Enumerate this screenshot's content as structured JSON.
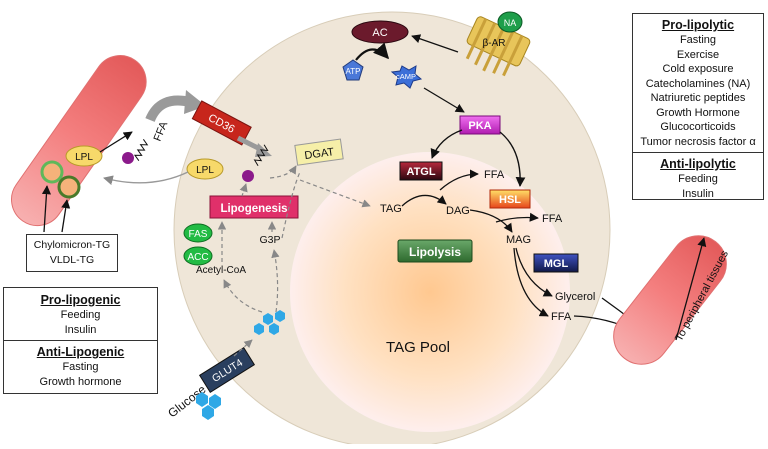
{
  "cell": {
    "tag_pool": "TAG Pool",
    "ac": "AC",
    "atp": "ATP",
    "camp": "cAMP",
    "pka": "PKA",
    "atgl": "ATGL",
    "hsl": "HSL",
    "mgl": "MGL",
    "lipolysis": "Lipolysis",
    "lipogenesis": "Lipogenesis",
    "dgat": "DGAT",
    "cd36": "CD36",
    "lpl_cell": "LPL",
    "fas": "FAS",
    "acc": "ACC",
    "acetyl_coa": "Acetyl-CoA",
    "g3p": "G3P",
    "tag": "TAG",
    "dag": "DAG",
    "mag": "MAG",
    "ffa_atgl": "FFA",
    "ffa_hsl": "FFA",
    "glycerol": "Glycerol",
    "ffa_out": "FFA",
    "glut4": "GLUT4",
    "glucose": "Glucose"
  },
  "receptor": {
    "na": "NA",
    "beta_ar": "β-AR"
  },
  "vessel": {
    "lpl": "LPL",
    "ffa": "FFA",
    "source_lines": [
      "Chylomicron-TG",
      "VLDL-TG"
    ],
    "peripheral": "To peripheral tissues"
  },
  "pro_lipolytic": {
    "title": "Pro-lipolytic",
    "items": [
      "Fasting",
      "Exercise",
      "Cold exposure",
      "Catecholamines (NA)",
      "Natriuretic peptides",
      "Growth Hormone",
      "Glucocorticoids",
      "Tumor necrosis factor α"
    ]
  },
  "anti_lipolytic": {
    "title": "Anti-lipolytic",
    "items": [
      "Feeding",
      "Insulin"
    ]
  },
  "pro_lipogenic": {
    "title": "Pro-lipogenic",
    "items": [
      "Feeding",
      "Insulin"
    ]
  },
  "anti_lipogenic": {
    "title": "Anti-Lipogenic",
    "items": [
      "Fasting",
      "Growth hormone"
    ]
  },
  "colors": {
    "cell_fill": "#efe6d8",
    "pool_core": "#ffd6a8",
    "vessel": "#f28b8b",
    "ac": "#6b1a2c",
    "pka": "#d92ed9",
    "atgl": "#7a1424",
    "hsl": "#f5a623",
    "mgl": "#1e2a78",
    "lipolysis": "#3f7f3f",
    "lipogenesis": "#e0306a",
    "cd36": "#c7261c",
    "dgat": "#f6efa8",
    "lpl": "#f7d96a",
    "green_enzyme": "#22bb44",
    "glut4": "#2a3f5f",
    "glucose": "#2fa8e6",
    "ffa_dot": "#8b1a8b"
  }
}
